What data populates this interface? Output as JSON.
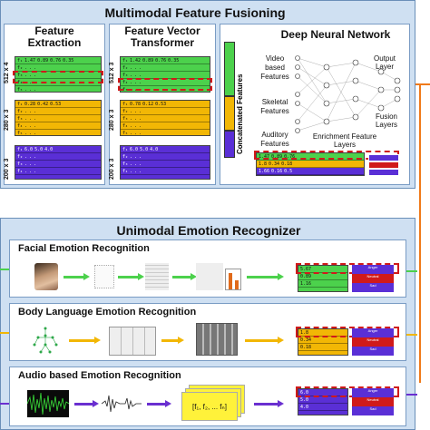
{
  "top": {
    "title": "Multimodal Feature Fusioning",
    "fe_title_1": "Feature",
    "fe_title_2": "Extraction",
    "fvt_title_1": "Feature Vector",
    "fvt_title_2": "Transformer",
    "dnn_title": "Deep Neural Network",
    "dims": [
      "512 x 4",
      "280 x 3",
      "200 x 3"
    ],
    "dims2": [
      "512 x 3",
      "280 x 3",
      "200 x 3"
    ],
    "fe_rows": {
      "video": [
        "1.47",
        "0.89",
        "0.76",
        "0.35"
      ],
      "skeletal": [
        "0.28",
        "0.42",
        "0.53"
      ],
      "audio": [
        "6.0",
        "5.0",
        "4.0"
      ]
    },
    "fvt_rows": {
      "video": [
        "1.42",
        "0.89",
        "0.76",
        "0.35"
      ],
      "skeletal": [
        "0.78",
        "0.12",
        "0.53"
      ],
      "audio": [
        "6.0",
        "5.0",
        "4.0"
      ]
    },
    "concat_label": "Concatenated Features",
    "input_labels": [
      "Video based Features",
      "Skeletal Features",
      "Auditory Features"
    ],
    "output_layer": "Output Layer",
    "fusion_layers": "Fusion Layers",
    "enrichment": "Enrichment Feature Layers",
    "bottom_rows": [
      [
        "1.47",
        "0.89",
        "0.76",
        "..."
      ],
      [
        "1.8",
        "0.34",
        "0.18",
        "..."
      ],
      [
        "1.66",
        "0.16",
        "0.5",
        "..."
      ]
    ]
  },
  "bottom": {
    "title": "Unimodal Emotion Recognizer",
    "rows": [
      {
        "label": "Facial Emotion Recognition",
        "out": [
          "Anger",
          "Neutral",
          "Sad"
        ],
        "vals": [
          "5.67",
          "0.89",
          "1.16"
        ]
      },
      {
        "label": "Body Language Emotion Recognition",
        "out": [
          "Anger",
          "Neutral",
          "Sad"
        ],
        "vals": [
          "1.8",
          "0.34",
          "0.18"
        ]
      },
      {
        "label": "Audio based Emotion Recognition",
        "out": [
          "Anger",
          "Neutral",
          "Sad"
        ],
        "vals": [
          "6.0",
          "5.0",
          "4.0"
        ]
      }
    ],
    "f_vector": "[f₁, f₂, ... fₙ]"
  },
  "colors": {
    "panel": "#cfe0f2",
    "green": "#4cd14c",
    "yellow": "#f2b705",
    "purple": "#5a2fd6",
    "red_dash": "#d01a1a",
    "orange": "#f07a1a"
  }
}
